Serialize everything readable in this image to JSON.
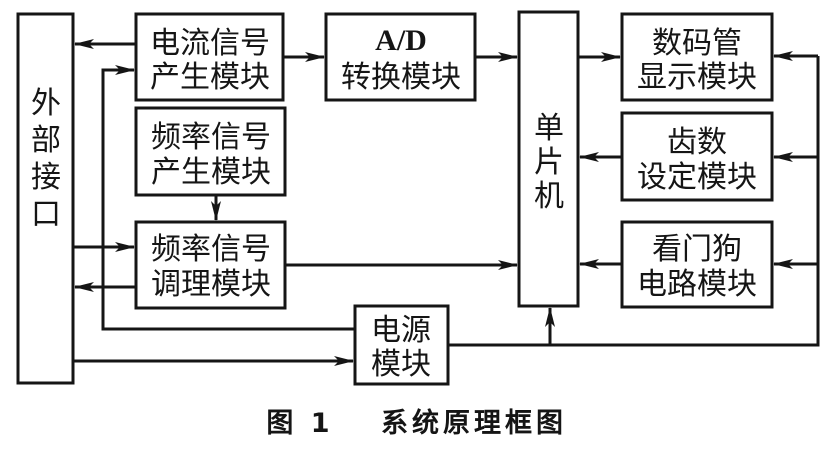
{
  "diagram": {
    "type": "block-diagram",
    "blocks": {
      "external_interface": {
        "label_lines": [
          "外",
          "部",
          "接",
          "口"
        ]
      },
      "current_signal_gen": {
        "label_lines": [
          "电流信号",
          "产生模块"
        ]
      },
      "freq_signal_gen": {
        "label_lines": [
          "频率信号",
          "产生模块"
        ]
      },
      "freq_signal_cond": {
        "label_lines": [
          "频率信号",
          "调理模块"
        ]
      },
      "ad_converter": {
        "label_lines": [
          "A/D",
          "转换模块"
        ]
      },
      "mcu": {
        "label_lines": [
          "单",
          "片",
          "机"
        ]
      },
      "display": {
        "label_lines": [
          "数码管",
          "显示模块"
        ]
      },
      "gear_setting": {
        "label_lines": [
          "齿数",
          "设定模块"
        ]
      },
      "watchdog": {
        "label_lines": [
          "看门狗",
          "电路模块"
        ]
      },
      "power": {
        "label_lines": [
          "电源",
          "模块"
        ]
      }
    },
    "connections": [
      {
        "from": "current_signal_gen",
        "to": "external_interface"
      },
      {
        "from": "current_signal_gen",
        "to": "ad_converter"
      },
      {
        "from": "ad_converter",
        "to": "mcu"
      },
      {
        "from": "mcu",
        "to": "display"
      },
      {
        "from": "gear_setting",
        "to": "mcu"
      },
      {
        "from": "watchdog",
        "to": "mcu"
      },
      {
        "from": "freq_signal_gen",
        "to": "freq_signal_cond"
      },
      {
        "from": "external_interface",
        "to": "freq_signal_cond"
      },
      {
        "from": "freq_signal_cond",
        "to": "external_interface"
      },
      {
        "from": "freq_signal_cond",
        "to": "mcu"
      },
      {
        "from": "external_interface",
        "to": "power"
      },
      {
        "from": "power",
        "to": "current_signal_gen"
      },
      {
        "from": "power",
        "to": "mcu"
      },
      {
        "from": "power",
        "to": "display"
      },
      {
        "from": "power",
        "to": "gear_setting"
      },
      {
        "from": "power",
        "to": "watchdog"
      }
    ],
    "caption": {
      "figure_label": "图 1",
      "title": "系统原理框图"
    }
  }
}
